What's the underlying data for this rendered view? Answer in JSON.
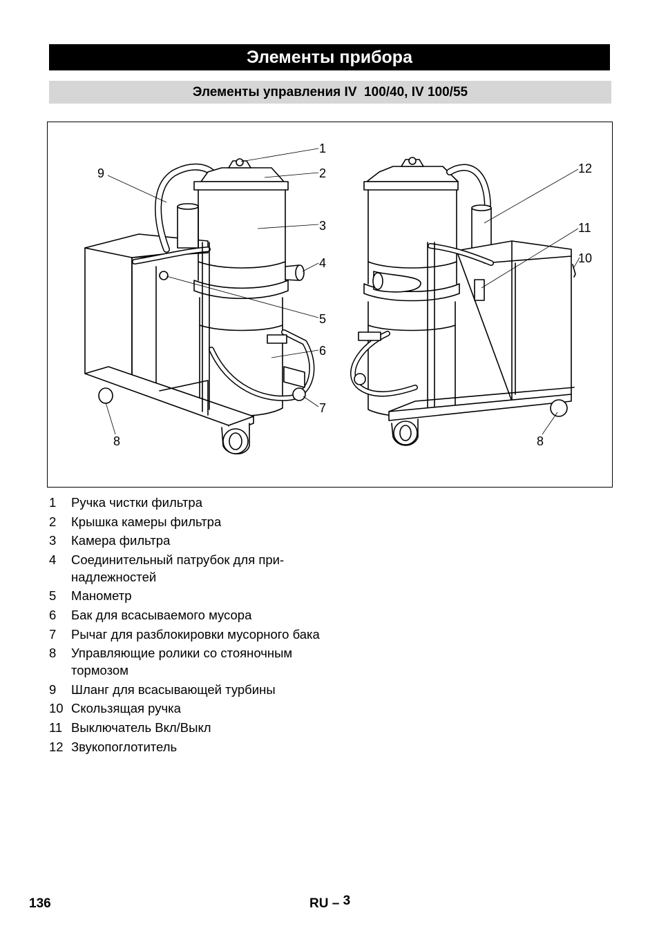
{
  "header": {
    "title": "Элементы прибора",
    "subtitle": "Элементы управления IV  100/40, IV 100/55"
  },
  "figure": {
    "callouts": [
      "1",
      "2",
      "3",
      "4",
      "5",
      "6",
      "7",
      "8",
      "9",
      "10",
      "11",
      "12",
      "8"
    ]
  },
  "legend": [
    {
      "num": "1",
      "text": "Ручка чистки фильтра"
    },
    {
      "num": "2",
      "text": "Крышка камеры фильтра"
    },
    {
      "num": "3",
      "text": "Камера фильтра"
    },
    {
      "num": "4",
      "text": "Соединительный патрубок для при-надлежностей"
    },
    {
      "num": "5",
      "text": "Манометр"
    },
    {
      "num": "6",
      "text": "Бак для всасываемого мусора"
    },
    {
      "num": "7",
      "text": "Рычаг для разблокировки мусорного бака"
    },
    {
      "num": "8",
      "text": "Управляющие ролики со стояночным тормозом"
    },
    {
      "num": "9",
      "text": "Шланг для всасывающей турбины"
    },
    {
      "num": "10",
      "text": "Скользящая ручка"
    },
    {
      "num": "11",
      "text": "Выключатель Вкл/Выкл"
    },
    {
      "num": "12",
      "text": "Звукопоглотитель"
    }
  ],
  "footer": {
    "page_number": "136",
    "lang": "RU",
    "dash": "–",
    "section_page": "3"
  }
}
